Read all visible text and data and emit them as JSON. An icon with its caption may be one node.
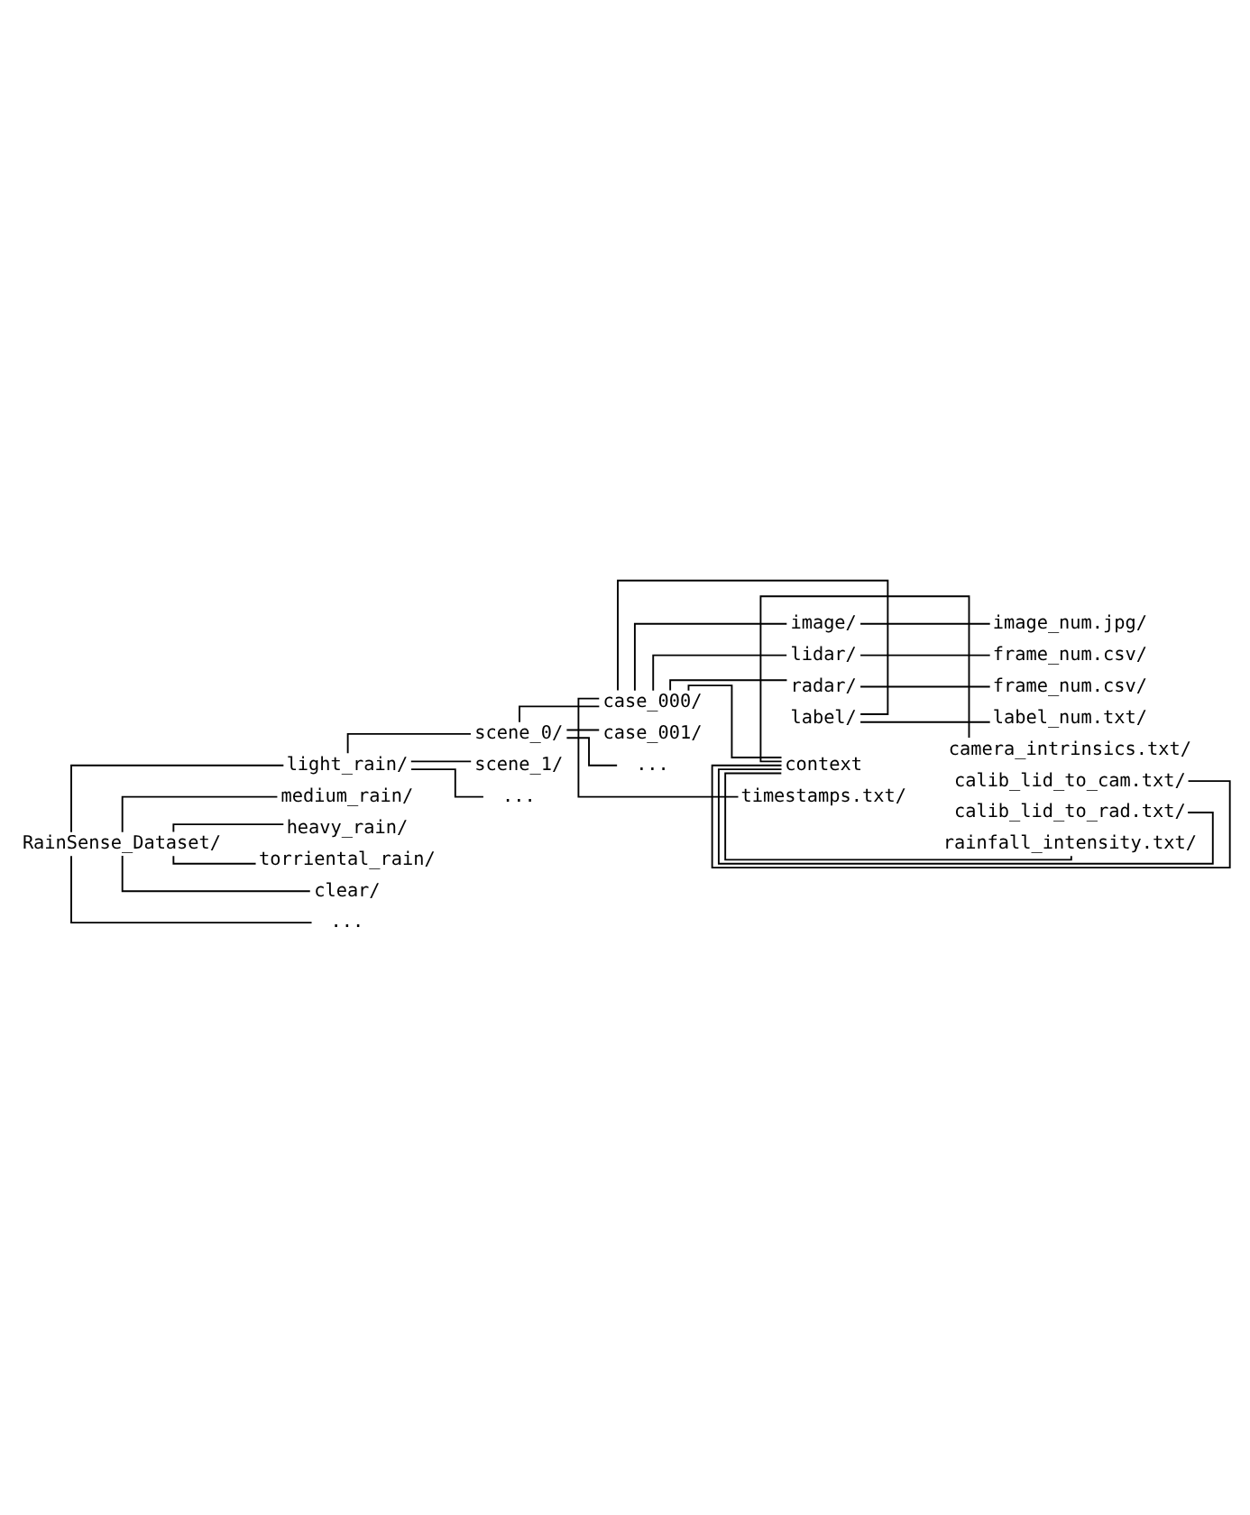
{
  "diagram": {
    "nodes": [
      {
        "text": [
          "RainSense_Dataset/"
        ]
      },
      {
        "text": [
          "light_rain/"
        ]
      },
      {
        "text": [
          "scene_0/"
        ]
      },
      {
        "text": [
          "case_000/"
        ]
      },
      {
        "text": [
          "image/"
        ]
      },
      {
        "text": [
          "image_num.jpg/"
        ]
      },
      {
        "text": [
          "lidar/"
        ]
      },
      {
        "text": [
          "frame_num.csv/"
        ]
      },
      {
        "text": [
          "radar/"
        ]
      },
      {
        "text": [
          "frame_num.csv/"
        ]
      },
      {
        "text": [
          "label/"
        ]
      },
      {
        "text": [
          "label_num.txt/"
        ]
      },
      {
        "text": [
          "context"
        ]
      },
      {
        "text": [
          "camera_intrinsics.txt/"
        ]
      },
      {
        "text": [
          "calib_lid_to_cam.txt/"
        ]
      },
      {
        "text": [
          "calib_lid_to_rad.txt/"
        ]
      },
      {
        "text": [
          "rainfall_intensity.txt/"
        ]
      },
      {
        "text": [
          "timestamps.txt/"
        ]
      },
      {
        "text": [
          "case_001/"
        ]
      },
      {
        "text": [
          "..."
        ]
      },
      {
        "text": [
          "scene_1/"
        ]
      },
      {
        "text": [
          "..."
        ]
      },
      {
        "text": [
          "medium_rain/"
        ]
      },
      {
        "text": [
          "heavy_rain/"
        ]
      },
      {
        "text": [
          "torriental_rain/"
        ]
      },
      {
        "text": [
          "clear/"
        ]
      },
      {
        "text": [
          "..."
        ]
      }
    ],
    "edges": [
      {
        "from": 0,
        "to": 1,
        "arrow": "none"
      },
      {
        "from": 1,
        "to": 2,
        "arrow": "none"
      },
      {
        "from": 2,
        "to": 3,
        "arrow": "none"
      },
      {
        "from": 3,
        "to": 4,
        "arrow": "none"
      },
      {
        "from": 4,
        "to": 5,
        "arrow": "none"
      },
      {
        "from": 3,
        "to": 6,
        "arrow": "none"
      },
      {
        "from": 6,
        "to": 7,
        "arrow": "none"
      },
      {
        "from": 3,
        "to": 8,
        "arrow": "none"
      },
      {
        "from": 8,
        "to": 9,
        "arrow": "none"
      },
      {
        "from": 3,
        "to": 10,
        "arrow": "none"
      },
      {
        "from": 10,
        "to": 11,
        "arrow": "none"
      },
      {
        "from": 3,
        "to": 12,
        "arrow": "none"
      },
      {
        "from": 12,
        "to": 13,
        "arrow": "none"
      },
      {
        "from": 12,
        "to": 14,
        "arrow": "none"
      },
      {
        "from": 12,
        "to": 15,
        "arrow": "none"
      },
      {
        "from": 12,
        "to": 16,
        "arrow": "none"
      },
      {
        "from": 3,
        "to": 17,
        "arrow": "none"
      },
      {
        "from": 2,
        "to": 18,
        "arrow": "none"
      },
      {
        "from": 2,
        "to": 19,
        "arrow": "none"
      },
      {
        "from": 1,
        "to": 20,
        "arrow": "none"
      },
      {
        "from": 1,
        "to": 21,
        "arrow": "none"
      },
      {
        "from": 0,
        "to": 22,
        "arrow": "none"
      },
      {
        "from": 0,
        "to": 23,
        "arrow": "none"
      },
      {
        "from": 0,
        "to": 24,
        "arrow": "none"
      },
      {
        "from": 0,
        "to": 25,
        "arrow": "none"
      },
      {
        "from": 0,
        "to": 26,
        "arrow": "none"
      }
    ]
  }
}
